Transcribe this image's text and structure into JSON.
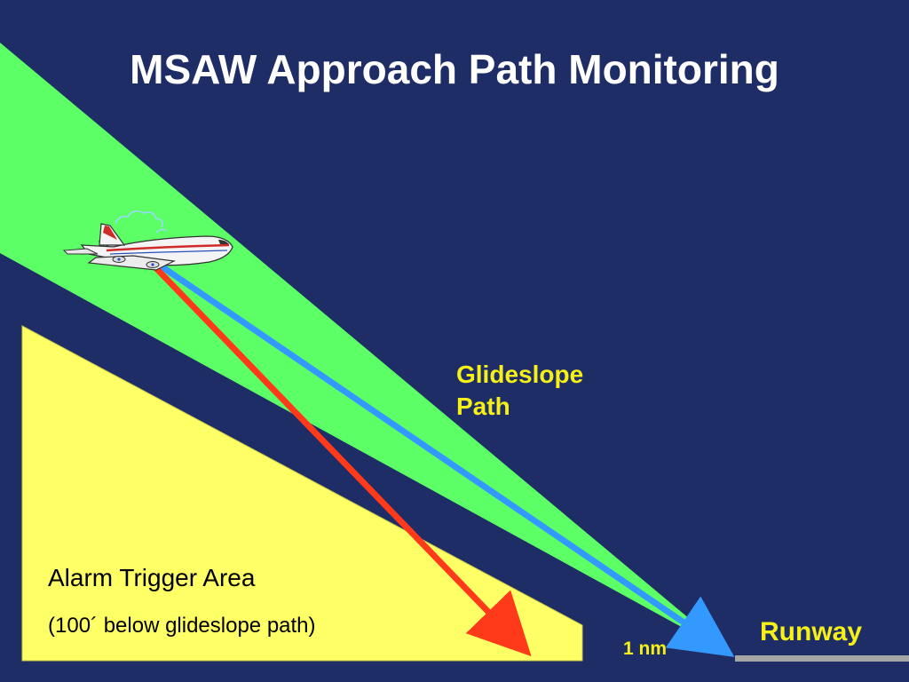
{
  "slide": {
    "title": "MSAW Approach Path Monitoring",
    "glideslope_label": [
      "Glideslope",
      "Path"
    ],
    "alarm_area_title": "Alarm Trigger Area",
    "alarm_area_note": "(100´ below glideslope path)",
    "runway_label": "Runway",
    "distance_label": "1 nm"
  },
  "colors": {
    "background": "#1f2d66",
    "approach_cone": "#5cff66",
    "alarm_area": "#ffff66",
    "glideslope_arrow": "#3399ff",
    "descent_arrow": "#ff3a1a",
    "label_text": "#f4f018",
    "runway": "#a6a6a6"
  },
  "icons": [
    "airplane-icon",
    "cloud-icon"
  ]
}
